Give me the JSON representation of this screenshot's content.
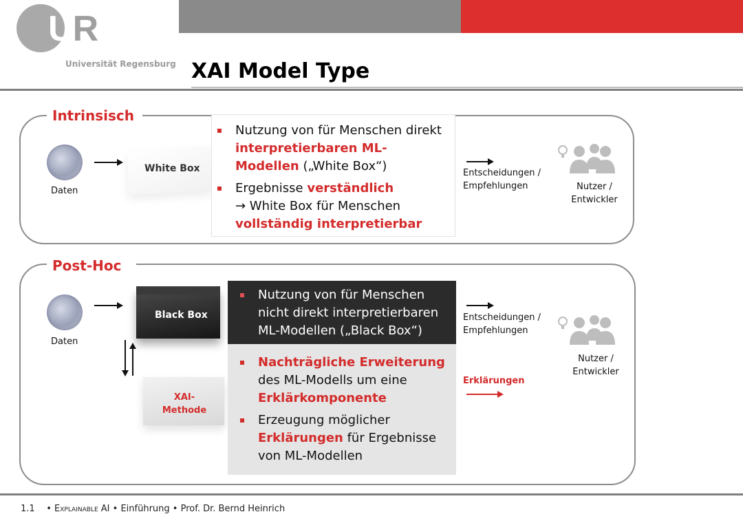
{
  "header": {
    "logo_text": "UR",
    "university": "Universität Regensburg",
    "title": "XAI Model Type"
  },
  "intrinsic": {
    "label": "Intrinsisch",
    "data_label": "Daten",
    "box_label": "White Box",
    "bullet1": {
      "pre": "Nutzung von für Menschen direkt ",
      "emph": "interpretierbaren ML-Modellen",
      "post": " („White Box“)"
    },
    "bullet2": {
      "pre": "Ergebnisse ",
      "emph": "verständlich",
      "mid": "→ White Box für Menschen ",
      "emph2": "vollständig interpretierbar"
    },
    "output_line1": "Entscheidungen /",
    "output_line2": "Empfehlungen",
    "user_line1": "Nutzer /",
    "user_line2": "Entwickler"
  },
  "posthoc": {
    "label": "Post-Hoc",
    "data_label": "Daten",
    "box_label": "Black Box",
    "xai_line1": "XAI-",
    "xai_line2": "Methode",
    "dark_bullet": "Nutzung von für Menschen nicht direkt interpretierbaren ML-Modellen („Black Box“)",
    "bullet1": {
      "emph": "Nachträgliche Erweiterung",
      "mid": " des ML-Modells um eine ",
      "emph2": "Erklärkomponente"
    },
    "bullet2": {
      "pre": "Erzeugung möglicher ",
      "emph": "Erklärungen",
      "post": " für Ergebnisse von ML-Modellen"
    },
    "output_line1": "Entscheidungen /",
    "output_line2": "Empfehlungen",
    "explanations": "Erklärungen",
    "user_line1": "Nutzer /",
    "user_line2": "Entwickler"
  },
  "footer": {
    "page": "1.1",
    "sep": "•",
    "course": "Explainable AI",
    "chapter": "Einführung",
    "author": "Prof. Dr. Bernd Heinrich"
  },
  "colors": {
    "accent": "#d42b2b",
    "header_gray": "#8a8a8a",
    "header_red": "#dc2f2e"
  }
}
